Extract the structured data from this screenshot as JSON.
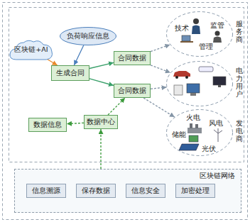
{
  "diagram": {
    "nodes": [
      {
        "text": [
          "区块链+AI"
        ]
      },
      {
        "text": [
          "负荷响应信息"
        ]
      },
      {
        "text": [
          "生成合同"
        ]
      },
      {
        "text": [
          "合同数据"
        ]
      },
      {
        "text": [
          "合同数据"
        ]
      },
      {
        "text": [
          "服务商",
          "技术",
          "监管",
          "管理"
        ]
      },
      {
        "text": [
          "电力用户"
        ]
      },
      {
        "text": [
          "发电商",
          "火电",
          "风电",
          "储能",
          "光伏"
        ]
      },
      {
        "text": [
          "数据信息"
        ]
      },
      {
        "text": [
          "数据中心"
        ]
      },
      {
        "text": [
          "区块链网络"
        ]
      },
      {
        "text": [
          "信息溯源"
        ],
        "in": 10
      },
      {
        "text": [
          "保存数据"
        ],
        "in": 10
      },
      {
        "text": [
          "信息安全"
        ],
        "in": 10
      },
      {
        "text": [
          "加密处理"
        ],
        "in": 10
      }
    ],
    "edges": [
      {
        "from": 0,
        "to": 2,
        "arrow": "to"
      },
      {
        "from": 1,
        "to": 2,
        "arrow": "to"
      },
      {
        "from": 2,
        "to": 3,
        "arrow": "to"
      },
      {
        "from": 2,
        "to": 4,
        "arrow": "to"
      },
      {
        "from": 3,
        "to": 5,
        "arrow": "to"
      },
      {
        "from": 3,
        "to": 6,
        "arrow": "to"
      },
      {
        "from": 4,
        "to": 6,
        "arrow": "to"
      },
      {
        "from": 4,
        "to": 7,
        "arrow": "to"
      },
      {
        "from": 9,
        "to": 4,
        "arrow": "to"
      },
      {
        "from": 9,
        "to": 8,
        "arrow": "to"
      },
      {
        "from": 10,
        "to": 9,
        "arrow": "to"
      }
    ]
  }
}
